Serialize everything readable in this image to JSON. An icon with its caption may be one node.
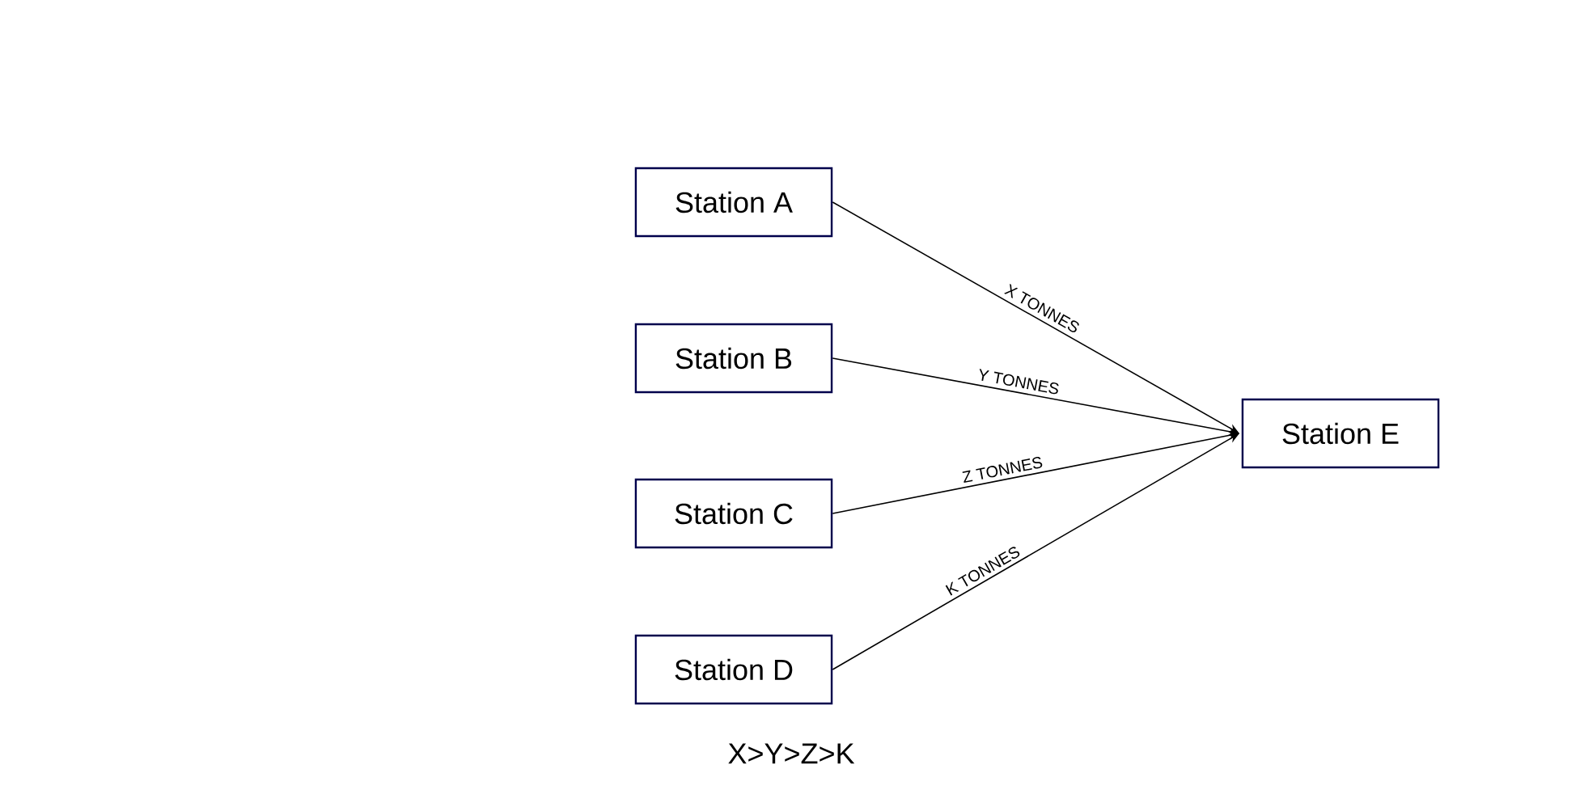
{
  "diagram": {
    "nodes": [
      {
        "text": [
          "Station A"
        ]
      },
      {
        "text": [
          "Station B"
        ]
      },
      {
        "text": [
          "Station C"
        ]
      },
      {
        "text": [
          "Station D"
        ]
      },
      {
        "text": [
          "Station E"
        ]
      }
    ],
    "edges": [
      {
        "from": 0,
        "to": 4,
        "arrow": "to",
        "label": "X TONNES"
      },
      {
        "from": 1,
        "to": 4,
        "arrow": "to",
        "label": "Y TONNES"
      },
      {
        "from": 2,
        "to": 4,
        "arrow": "to",
        "label": "Z TONNES"
      },
      {
        "from": 3,
        "to": 4,
        "arrow": "to",
        "label": "K TONNES"
      }
    ],
    "labels": [
      "X>Y>Z>K"
    ]
  }
}
